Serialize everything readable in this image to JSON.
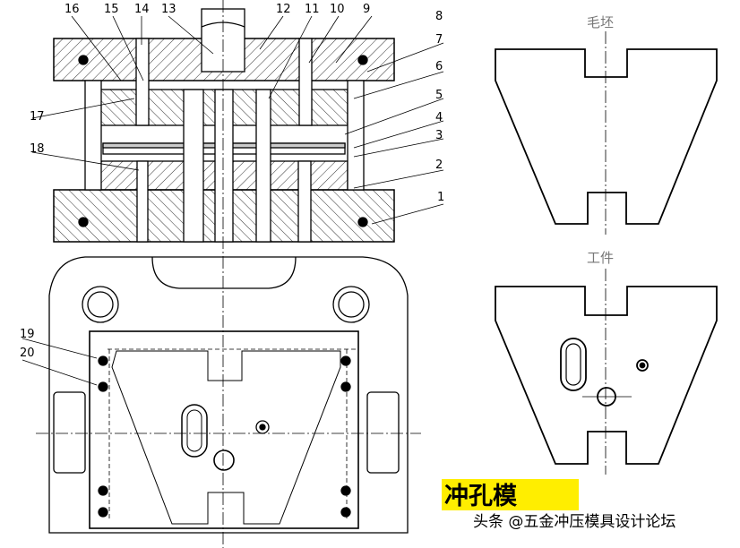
{
  "part_numbers": [
    "1",
    "2",
    "3",
    "4",
    "5",
    "6",
    "7",
    "8",
    "9",
    "10",
    "11",
    "12",
    "13",
    "14",
    "15",
    "16",
    "17",
    "18",
    "19",
    "20"
  ],
  "labels": {
    "blank": "毛坯",
    "workpiece": "工件"
  },
  "title": "冲孔模",
  "watermark": "头条 @五金冲压模具设计论坛",
  "colors": {
    "title_highlight": "#ffee00",
    "hatch": "#000000",
    "centerline": "#000000"
  }
}
